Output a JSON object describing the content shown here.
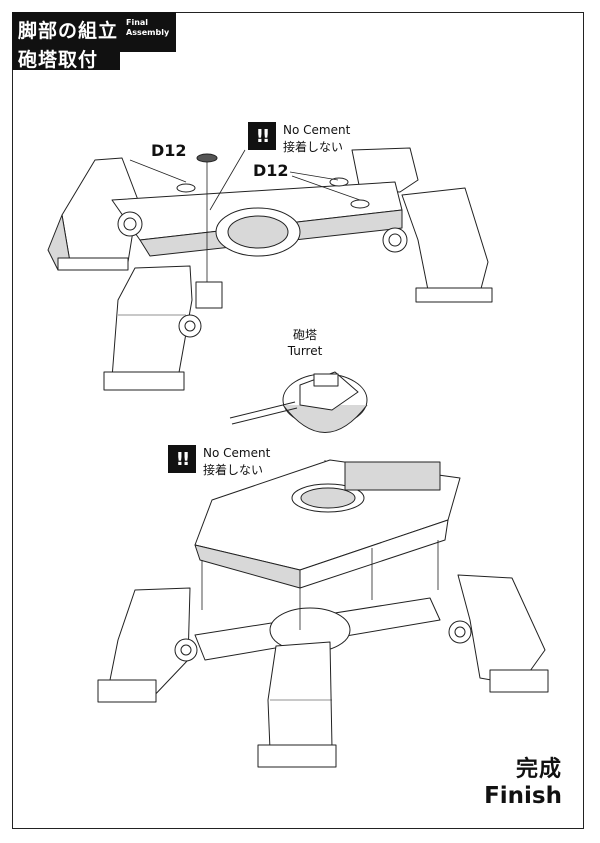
{
  "header": {
    "title_line1": "脚部の組立",
    "title_line2": "砲塔取付",
    "title_en_line1": "Final",
    "title_en_line2": "Assembly"
  },
  "notes": {
    "no_cement_badge": "!!",
    "no_cement_en": "No Cement",
    "no_cement_jp": "接着しない"
  },
  "parts": {
    "d12_left": "D12",
    "d12_right": "D12"
  },
  "turret": {
    "label_jp": "砲塔",
    "label_en": "Turret"
  },
  "finish": {
    "label_jp": "完成",
    "label_en": "Finish"
  }
}
